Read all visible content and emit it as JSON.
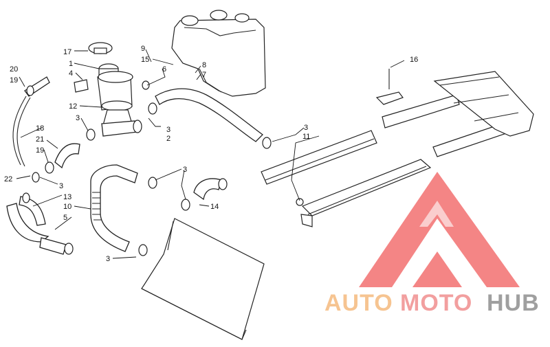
{
  "diagram": {
    "callouts": [
      {
        "id": "c17",
        "text": "17"
      },
      {
        "id": "c9",
        "text": "9"
      },
      {
        "id": "c15",
        "text": "15"
      },
      {
        "id": "c1",
        "text": "1"
      },
      {
        "id": "c4",
        "text": "4"
      },
      {
        "id": "c6",
        "text": "6"
      },
      {
        "id": "c8",
        "text": "8"
      },
      {
        "id": "c7",
        "text": "7"
      },
      {
        "id": "c20",
        "text": "20"
      },
      {
        "id": "c19a",
        "text": "19"
      },
      {
        "id": "c12",
        "text": "12"
      },
      {
        "id": "c3a",
        "text": "3"
      },
      {
        "id": "c3b",
        "text": "3"
      },
      {
        "id": "c2",
        "text": "2"
      },
      {
        "id": "c18",
        "text": "18"
      },
      {
        "id": "c21",
        "text": "21"
      },
      {
        "id": "c19b",
        "text": "19"
      },
      {
        "id": "c22",
        "text": "22"
      },
      {
        "id": "c3c",
        "text": "3"
      },
      {
        "id": "c13",
        "text": "13"
      },
      {
        "id": "c10",
        "text": "10"
      },
      {
        "id": "c5",
        "text": "5"
      },
      {
        "id": "c3d",
        "text": "3"
      },
      {
        "id": "c3e",
        "text": "3"
      },
      {
        "id": "c14",
        "text": "14"
      },
      {
        "id": "c3f",
        "text": "3"
      },
      {
        "id": "c11",
        "text": "11"
      },
      {
        "id": "c16",
        "text": "16"
      }
    ]
  },
  "watermark": {
    "part1": "AUTO",
    "part2": "MOTO",
    "part3": "HUB",
    "colors": {
      "auto": "#f5b87a",
      "moto": "#f08a8a",
      "hub": "#8a8a8a",
      "triangle": "#f26b6b"
    }
  }
}
